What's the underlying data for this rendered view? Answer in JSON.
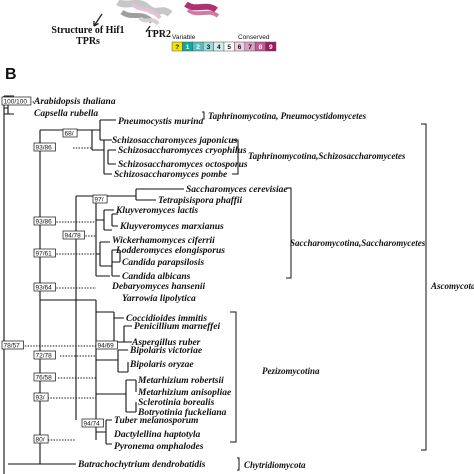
{
  "panel_a": {
    "structure_caption_1": "Structure of Hif1",
    "structure_caption_2": "TPRs",
    "tpr2_label": "TPR2",
    "scale_left": "Variable",
    "scale_right": "Conserved",
    "scale_cells": [
      "?",
      "1",
      "2",
      "3",
      "4",
      "5",
      "6",
      "7",
      "8",
      "9"
    ],
    "scale_colors": [
      "#f2e500",
      "#10a7a0",
      "#55c2c0",
      "#9cdcd8",
      "#d4eeee",
      "#ffffff",
      "#efd2e0",
      "#dba0c0",
      "#c25b92",
      "#a01860"
    ]
  },
  "panel_b": {
    "label": "B",
    "taxa": [
      "Arabidopsis thaliana",
      "Capsella rubella",
      "Pneumocystis murina",
      "Schizosaccharomyces japonicus",
      "Schizosaccharomyces cryophilus",
      "Schizosaccharomyces octosporus",
      "Schizosaccharomyces pombe",
      "Saccharomyces cerevisiae",
      "Tetrapisispora phaffii",
      "Kluyveromyces lactis",
      "Kluyveromyces marxianus",
      "Wickerhamomyces ciferrii",
      "Lodderomyces elongisporus",
      "Candida parapsilosis",
      "Candida albicans",
      "Debaryomyces hansenii",
      "Yarrowia lipolytica",
      "Coccidioides immitis",
      "Penicillium marneffei",
      "Aspergillus ruber",
      "Bipolaris victoriae",
      "Bipolaris oryzae",
      "Metarhizium robertsii",
      "Metarhizium anisopliae",
      "Sclerotinia borealis",
      "Botryotinia fuckeliana",
      "Tuber melanosporum",
      "Dactylellina haptotyla",
      "Pyronema omphalodes",
      "Batrachochytrium dendrobatidis"
    ],
    "supports": [
      "100/100",
      "68/",
      "93/86",
      "97/",
      "93/86",
      "94/78",
      "97/61",
      "93/64",
      "78/57",
      "94/69",
      "72/78",
      "76/58",
      "93/",
      "94/74",
      "80/"
    ],
    "groups": {
      "pneumocystidomycetes": "Taphrinomycotina, Pneumocystidomycetes",
      "schizosaccharomycetes": "Taphrinomycotina,Schizosaccharomycetes",
      "saccharomycetes": "Saccharomycotina,Saccharomycetes",
      "pezizomycotina": "Pezizomycotina",
      "ascomycota": "Ascomycota",
      "chytridiomycota": "Chytridiomycota"
    }
  }
}
